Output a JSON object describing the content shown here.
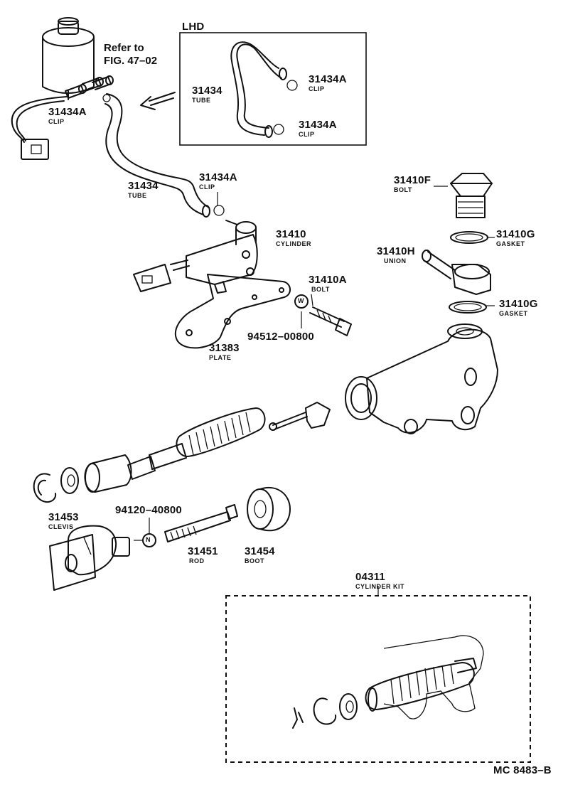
{
  "diagram": {
    "note": {
      "line1": "Refer to",
      "line2": "FIG. 47–02"
    },
    "lhd_title": "LHD",
    "parts": [
      {
        "id": "clip-left",
        "number": "31434A",
        "name": "CLIP"
      },
      {
        "id": "tube-main",
        "number": "31434",
        "name": "TUBE"
      },
      {
        "id": "clip-tube-end",
        "number": "31434A",
        "name": "CLIP"
      },
      {
        "id": "lhd-tube",
        "number": "31434",
        "name": "TUBE"
      },
      {
        "id": "lhd-clip-top",
        "number": "31434A",
        "name": "CLIP"
      },
      {
        "id": "lhd-clip-bottom",
        "number": "31434A",
        "name": "CLIP"
      },
      {
        "id": "cylinder",
        "number": "31410",
        "name": "CYLINDER"
      },
      {
        "id": "bolt-a",
        "number": "31410A",
        "name": "BOLT"
      },
      {
        "id": "washer",
        "number": "94512–00800",
        "name": ""
      },
      {
        "id": "plate",
        "number": "31383",
        "name": "PLATE"
      },
      {
        "id": "bolt-f",
        "number": "31410F",
        "name": "BOLT"
      },
      {
        "id": "gasket-top",
        "number": "31410G",
        "name": "GASKET"
      },
      {
        "id": "union",
        "number": "31410H",
        "name": "UNION"
      },
      {
        "id": "gasket-bottom",
        "number": "31410G",
        "name": "GASKET"
      },
      {
        "id": "clevis",
        "number": "31453",
        "name": "CLEVIS"
      },
      {
        "id": "nut",
        "number": "94120–40800",
        "name": ""
      },
      {
        "id": "rod",
        "number": "31451",
        "name": "ROD"
      },
      {
        "id": "boot",
        "number": "31454",
        "name": "BOOT"
      },
      {
        "id": "cylinder-kit",
        "number": "04311",
        "name": "CYLINDER KIT"
      }
    ],
    "washer_symbol": "W",
    "nut_symbol": "N",
    "figure_code": "MC 8483–B"
  }
}
